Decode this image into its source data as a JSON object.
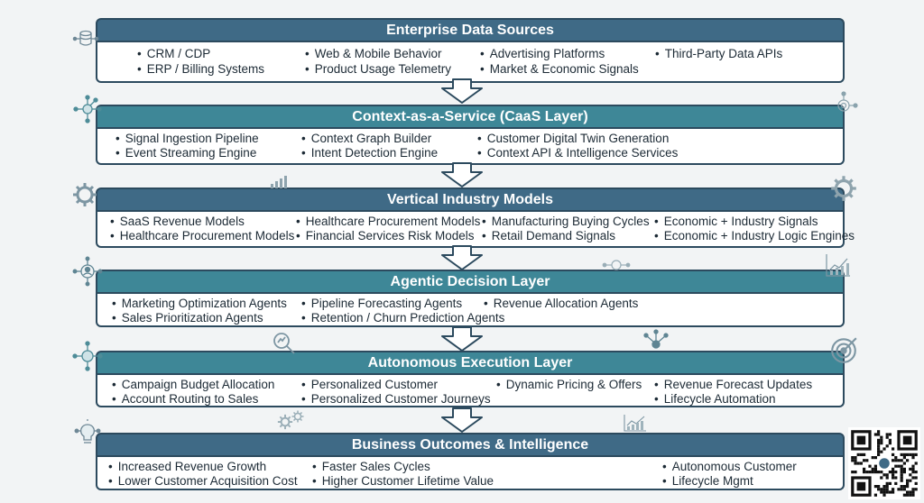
{
  "colors": {
    "header_dark": "#3f6a86",
    "header_teal": "#3e8797",
    "border": "#2c4a5e",
    "background": "#f2f4f5"
  },
  "layers": [
    {
      "title": "Enterprise Data Sources",
      "items": [
        "CRM / CDP",
        "ERP / Billing Systems",
        "Web & Mobile Behavior",
        "Product Usage Telemetry",
        "Advertising Platforms",
        "Market & Economic Signals",
        "Third-Party Data APIs"
      ]
    },
    {
      "title": "Context-as-a-Service (CaaS Layer)",
      "items": [
        "Signal Ingestion Pipeline",
        "Event Streaming Engine",
        "Context Graph Builder",
        "Intent Detection Engine",
        "Customer Digital Twin Generation",
        "Context API & Intelligence Services"
      ]
    },
    {
      "title": "Vertical Industry Models",
      "items": [
        "SaaS Revenue Models",
        "Healthcare Procurement Models",
        "Healthcare Procurement Models",
        "Financial Services Risk Models",
        "Manufacturing Buying Cycles",
        "Retail Demand Signals",
        "Economic + Industry Signals",
        "Economic + Industry Logic Engines"
      ]
    },
    {
      "title": "Agentic Decision Layer",
      "items": [
        "Marketing Optimization Agents",
        "Sales Prioritization Agents",
        "Pipeline Forecasting Agents",
        "Retention / Churn Prediction Agents",
        "Revenue Allocation Agents"
      ]
    },
    {
      "title": "Autonomous Execution Layer",
      "items": [
        "Campaign Budget Allocation",
        "Account Routing to Sales",
        "Personalized Customer",
        "Personalized Customer Journeys",
        "Dynamic Pricing & Offers",
        "Revenue Forecast Updates",
        "Lifecycle Automation"
      ]
    },
    {
      "title": "Business Outcomes & Intelligence",
      "items": [
        "Increased Revenue Growth",
        "Lower Customer Acquisition Cost",
        "Faster Sales Cycles",
        "Higher Customer Lifetime Value",
        "Autonomous Customer",
        "Lifecycle Mgmt"
      ]
    }
  ],
  "icons": [
    "database-network-icon",
    "network-nodes-icon",
    "gear-icon",
    "bar-chart-icon",
    "person-network-icon",
    "magnifier-chart-icon",
    "target-icon",
    "lightbulb-icon",
    "qr-code-icon"
  ]
}
